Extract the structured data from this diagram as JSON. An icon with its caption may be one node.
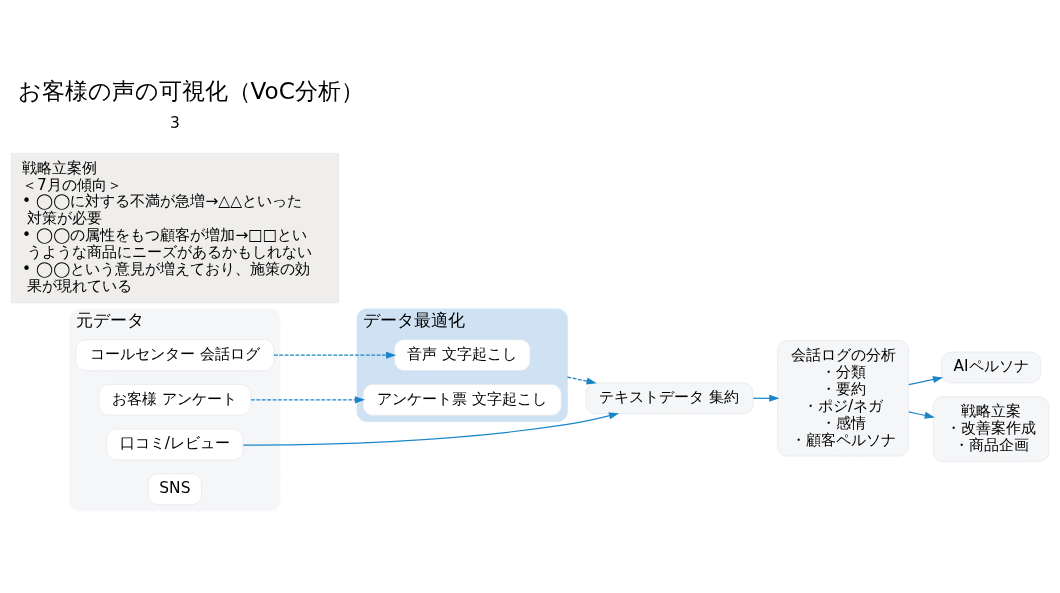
{
  "diagram": {
    "title": "お客様の声の可視化（VoC分析）",
    "nodes": [
      {
        "text": [
          "元データ"
        ]
      },
      {
        "text": [
          "コールセンター 会話ログ"
        ],
        "in": 0
      },
      {
        "text": [
          "お客様 アンケート"
        ],
        "in": 0
      },
      {
        "text": [
          "口コミ/レビュー"
        ],
        "in": 0
      },
      {
        "text": [
          "SNS"
        ],
        "in": 0
      },
      {
        "text": [
          "データ最適化"
        ]
      },
      {
        "text": [
          "音声 文字起こし"
        ],
        "in": 5
      },
      {
        "text": [
          "アンケート票 文字起こし"
        ],
        "in": 5
      },
      {
        "text": [
          "テキストデータ 集約"
        ]
      },
      {
        "text": [
          "会話ログの分析",
          "・分類",
          "・要約",
          "・ポジ/ネガ",
          "・感情",
          "・顧客ペルソナ"
        ]
      },
      {
        "text": [
          "AIペルソナ"
        ]
      },
      {
        "text": [
          "戦略立案",
          "・改善案作成",
          "・商品企画"
        ]
      },
      {
        "text": [
          "戦略立案例",
          "＜7月の傾向＞",
          "• ◯◯に対する不満が急増→△△といった対策が必要",
          "• ◯◯の属性をもつ顧客が増加→□□というような商品にニーズがあるかもしれない",
          "• ◯◯という意見が増えており、施策の効果が現れている"
        ]
      }
    ],
    "edges": [
      {
        "from": 1,
        "to": 6,
        "arrow": "to",
        "style": "dashed"
      },
      {
        "from": 2,
        "to": 7,
        "arrow": "to",
        "style": "dashed"
      },
      {
        "from": 3,
        "to": 8,
        "arrow": "to"
      },
      {
        "from": 5,
        "to": 8,
        "arrow": "to",
        "style": "dashed"
      },
      {
        "from": 8,
        "to": 9,
        "arrow": "to"
      },
      {
        "from": 9,
        "to": 10,
        "arrow": "to"
      },
      {
        "from": 9,
        "to": 11,
        "arrow": "to"
      }
    ],
    "labels": [
      "3"
    ]
  }
}
